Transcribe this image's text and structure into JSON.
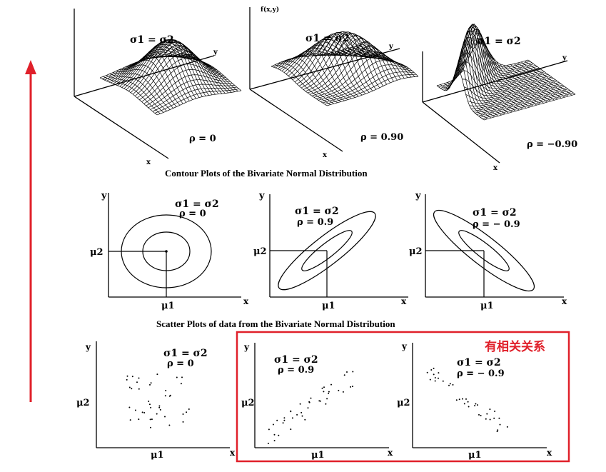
{
  "colors": {
    "accent_red": "#e0202a",
    "ink": "#000000"
  },
  "surface_row": {
    "fxy_label": "f(x,y)",
    "panels": [
      {
        "sigma": "σ1 = σ2",
        "rho": "ρ = 0",
        "x": "x",
        "y": "y"
      },
      {
        "sigma": "σ1 = σ2",
        "rho": "ρ = 0.90",
        "x": "x",
        "y": "y"
      },
      {
        "sigma": "σ1 = σ2",
        "rho": "ρ = −0.90",
        "x": "x",
        "y": "y"
      }
    ]
  },
  "contour_row": {
    "title": "Contour Plots of the Bivariate Normal Distribution",
    "panels": [
      {
        "sigma": "σ1 = σ2",
        "rho": "ρ = 0",
        "x": "x",
        "y": "y",
        "mu1": "μ1",
        "mu2": "μ2"
      },
      {
        "sigma": "σ1 = σ2",
        "rho": "ρ = 0.9",
        "x": "x",
        "y": "y",
        "mu1": "μ1",
        "mu2": "μ2"
      },
      {
        "sigma": "σ1 = σ2",
        "rho": "ρ = − 0.9",
        "x": "x",
        "y": "y",
        "mu1": "μ1",
        "mu2": "μ2"
      }
    ]
  },
  "scatter_row": {
    "title": "Scatter Plots of data from the Bivariate Normal Distribution",
    "panels": [
      {
        "sigma": "σ1 = σ2",
        "rho": "ρ = 0",
        "x": "x",
        "y": "y",
        "mu1": "μ1",
        "mu2": "μ2"
      },
      {
        "sigma": "σ1 = σ2",
        "rho": "ρ = 0.9",
        "x": "x",
        "y": "y",
        "mu1": "μ1",
        "mu2": "μ2"
      },
      {
        "sigma": "σ1 = σ2",
        "rho": "ρ = − 0.9",
        "x": "x",
        "y": "y",
        "mu1": "μ1",
        "mu2": "μ2"
      }
    ]
  },
  "annotation": {
    "text": "有相关关系"
  }
}
